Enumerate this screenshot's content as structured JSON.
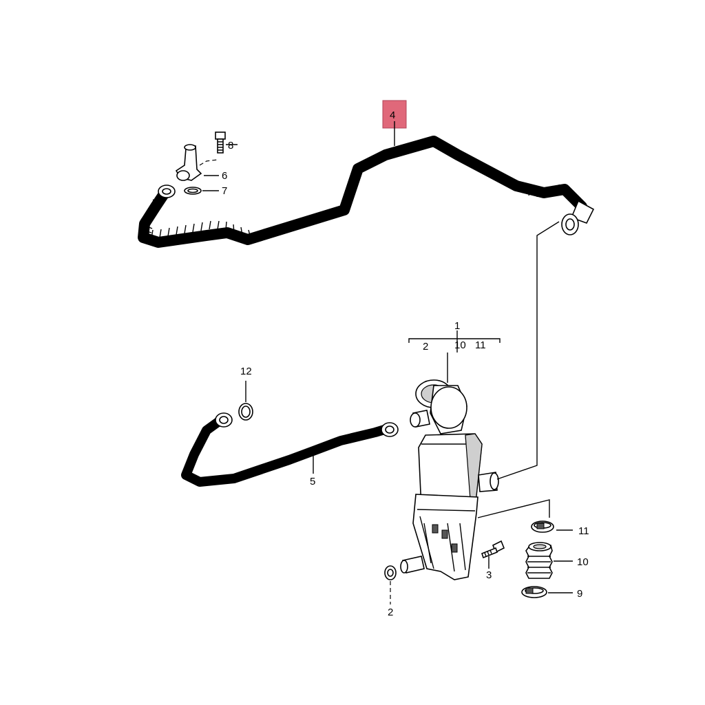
{
  "callouts": {
    "c1": "1",
    "c2_top": "2",
    "c10_top": "10",
    "c11_top": "11",
    "c2": "2",
    "c3": "3",
    "c4": "4",
    "c5": "5",
    "c6": "6",
    "c7": "7",
    "c8": "8",
    "c9": "9",
    "c10": "10",
    "c11": "11",
    "c12": "12"
  },
  "highlight": {
    "part": "4",
    "color": "#e0687a"
  }
}
